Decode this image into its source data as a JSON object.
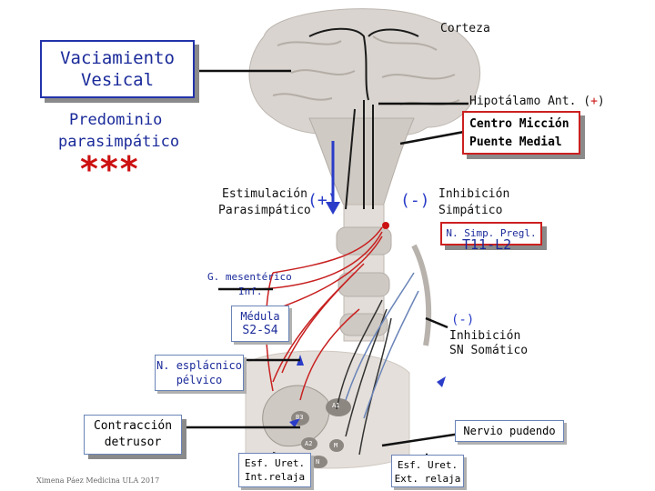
{
  "colors": {
    "blue_accent": "#2a3cc8",
    "title_blue": "#1a2a9a",
    "red_accent": "#cc1111",
    "box_blue_border": "#2233aa",
    "box_red_border": "#cc2020",
    "shadow_gray": "#8a8a8a",
    "nerve_red": "#c82020",
    "nerve_dark": "#1a1a1a"
  },
  "labels": {
    "corteza": "Corteza",
    "title_line1": "Vaciamiento",
    "title_line2": "Vesical",
    "predominio_line1": "Predominio",
    "predominio_line2": "parasimpático",
    "stars": "***",
    "hipotalamo_prefix": "Hipotálamo Ant. (",
    "hipotalamo_sign": "+",
    "hipotalamo_suffix": ")",
    "centro_line1": "Centro Micción",
    "centro_line2": "Puente Medial",
    "estimulacion_line1": "Estimulación",
    "estimulacion_line2": "Parasimpático",
    "plus_sign": "(+)",
    "minus_sign": "(-)",
    "inhibicion_line1": "Inhibición",
    "inhibicion_line2": "Simpático",
    "n_simp": "N. Simp. Pregl.",
    "t11": "T11-L2",
    "g_mesenterico_line1": "G. mesentérico",
    "g_mesenterico_line2": "Inf.",
    "medula_line1": "Médula",
    "medula_line2": "S2-S4",
    "minus_somatico": "(-)",
    "inhibicion_sn_line1": "Inhibición",
    "inhibicion_sn_line2": "SN Somático",
    "esplacnico_line1": "N. esplácnico",
    "esplacnico_line2": "pélvico",
    "contraccion_line1": "Contracción",
    "contraccion_line2": "detrusor",
    "nervio_pudendo": "Nervio pudendo",
    "esf_int_line1": "Esf. Uret.",
    "esf_int_line2": "Int.relaja",
    "esf_ext_line1": "Esf. Uret.",
    "esf_ext_line2": "Ext. relaja",
    "credit": "Ximena Páez Medicina ULA 2017",
    "receptor_a1": "A1",
    "receptor_b3": "B3",
    "receptor_a2": "A2",
    "receptor_m": "M",
    "receptor_n": "N"
  }
}
